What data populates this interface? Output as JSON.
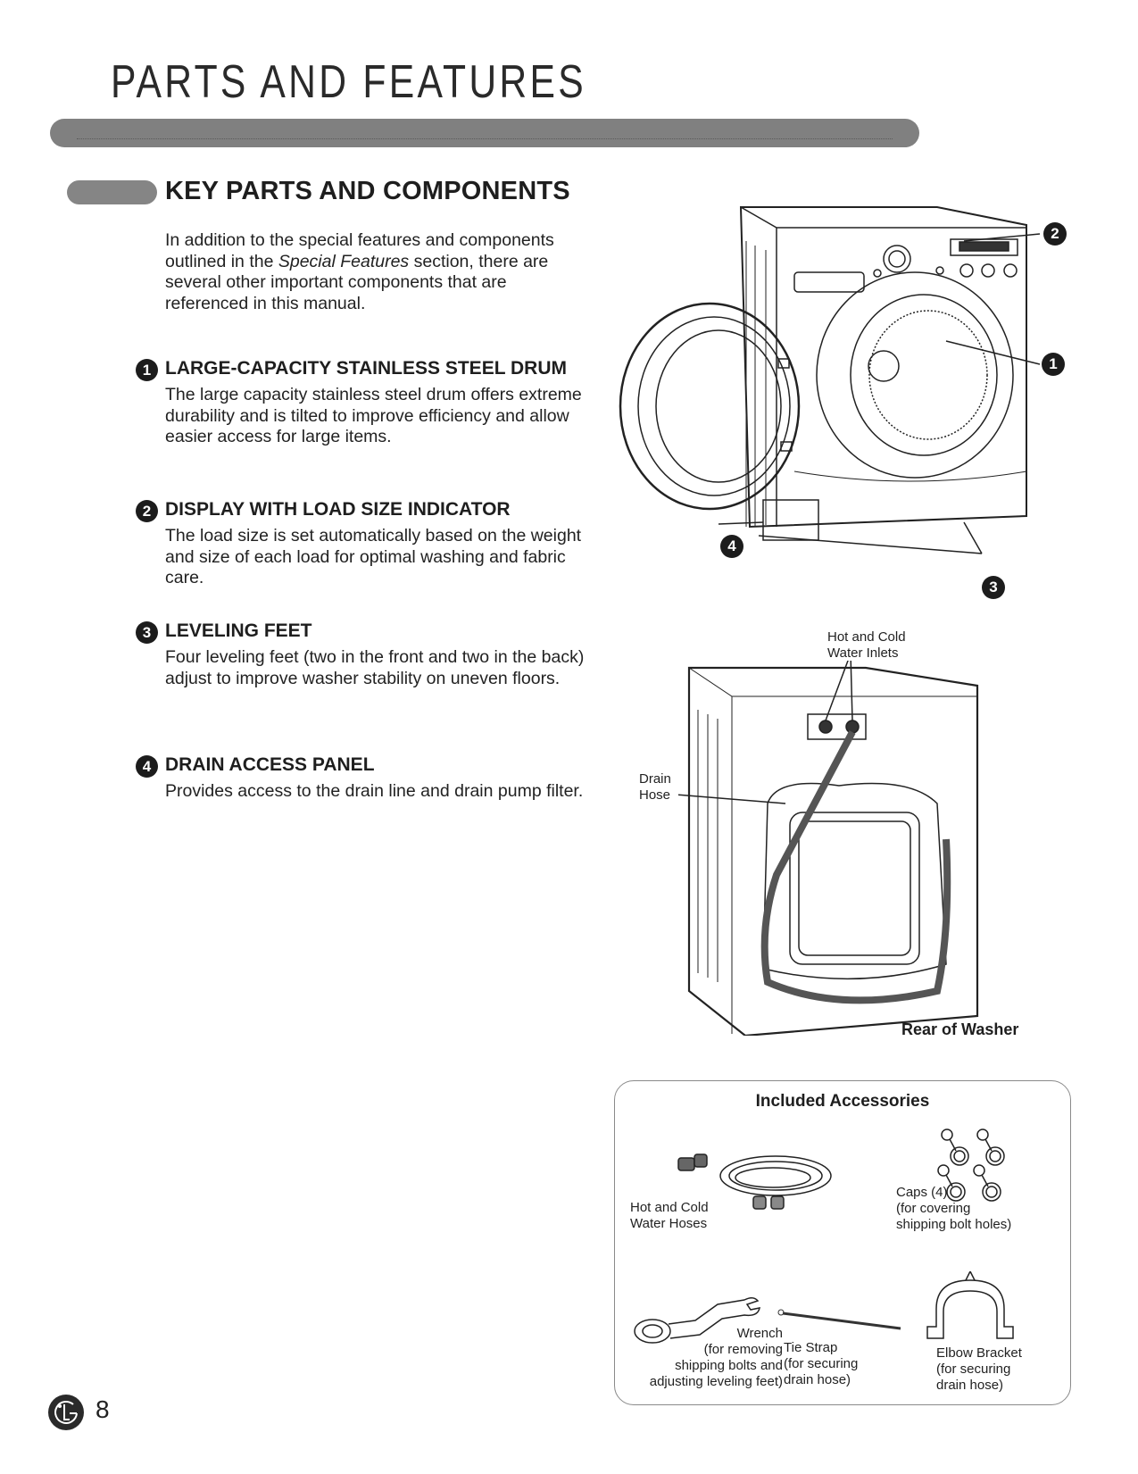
{
  "header": {
    "title": "PARTS AND FEATURES"
  },
  "section": {
    "title": "KEY PARTS AND COMPONENTS",
    "intro_before": "In addition to the special features and components outlined in the ",
    "intro_italic": "Special Features",
    "intro_after": " section, there are several other important components that are referenced in this manual."
  },
  "features": [
    {
      "number": "1",
      "title": "LARGE-CAPACITY STAINLESS STEEL DRUM",
      "body": "The large capacity stainless steel drum offers extreme durability and is tilted to improve efficiency and allow easier access for large items."
    },
    {
      "number": "2",
      "title": "DISPLAY WITH LOAD SIZE INDICATOR",
      "body": "The load size is set automatically based on the weight and size of each load for optimal washing and fabric care."
    },
    {
      "number": "3",
      "title": "LEVELING FEET",
      "body": "Four leveling feet (two in the front and two in the back) adjust to improve washer stability on uneven floors."
    },
    {
      "number": "4",
      "title": "DRAIN ACCESS PANEL",
      "body": "Provides access to the drain line and drain pump filter."
    }
  ],
  "front_figure": {
    "callouts": [
      "1",
      "2",
      "3",
      "4"
    ]
  },
  "rear_figure": {
    "inlets_label_line1": "Hot and Cold",
    "inlets_label_line2": "Water Inlets",
    "drain_label_line1": "Drain",
    "drain_label_line2": "Hose",
    "caption": "Rear of Washer"
  },
  "accessories": {
    "title": "Included Accessories",
    "items": [
      {
        "name": "Hot and Cold",
        "detail": [
          "Water Hoses"
        ]
      },
      {
        "name": "Caps (4)",
        "detail": [
          "(for covering",
          "shipping bolt holes)"
        ]
      },
      {
        "name": "Wrench",
        "detail": [
          "(for removing",
          "shipping bolts and",
          "adjusting leveling feet)"
        ]
      },
      {
        "name": "Tie Strap",
        "detail": [
          "(for securing",
          "drain hose)"
        ]
      },
      {
        "name": "Elbow Bracket",
        "detail": [
          "(for securing",
          "drain hose)"
        ]
      }
    ]
  },
  "footer": {
    "logo": "LG",
    "page_number": "8"
  },
  "colors": {
    "bar_gray": "#808080",
    "text": "#1e1e1e",
    "badge": "#1c1c1c"
  }
}
